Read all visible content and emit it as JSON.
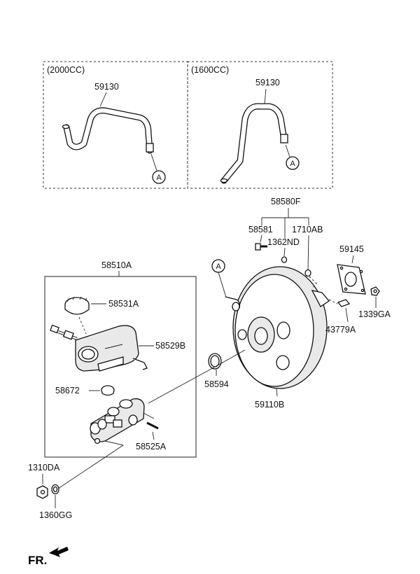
{
  "diagram": {
    "inset_boxes": [
      {
        "engine_label": "(2000CC)",
        "hose_part": "59130",
        "ref_marker": "A"
      },
      {
        "engine_label": "(1600CC)",
        "hose_part": "59130",
        "ref_marker": "A"
      }
    ],
    "booster_ref_marker": "A",
    "parts": {
      "booster_assembly": "58580F",
      "bolt": "58581",
      "washer": "1362ND",
      "nut_bolt": "1710AB",
      "gasket": "59145",
      "nut": "1339GA",
      "clip": "43779A",
      "master_cylinder_assembly": "58510A",
      "reservoir_cap": "58531A",
      "reservoir": "58529B",
      "grommet": "58672",
      "master_cylinder": "58525A",
      "o_ring": "58594",
      "brake_booster": "59110B",
      "flange_nut": "1310DA",
      "lock_washer": "1360GG"
    },
    "front_indicator": "FR."
  }
}
